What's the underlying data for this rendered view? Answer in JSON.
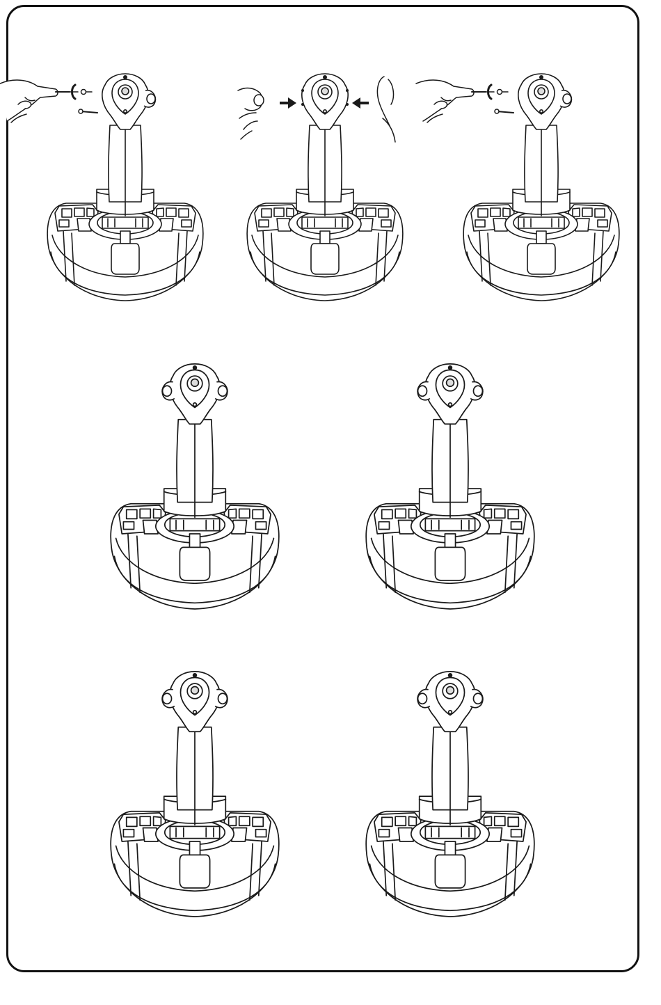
{
  "page": {
    "ink_color": "#1a1a1a",
    "paper_color": "#ffffff"
  },
  "illustrations": [
    {
      "id": "fig-1",
      "step": "remove-screw",
      "side_buttons": "left",
      "hands": [
        "screwdriver-left"
      ],
      "arrows": []
    },
    {
      "id": "fig-2",
      "step": "swap-side-plates",
      "side_buttons": "none",
      "hands": [
        "left",
        "right"
      ],
      "arrows": [
        "right-arrow",
        "left-arrow"
      ]
    },
    {
      "id": "fig-3",
      "step": "reinstall-screw",
      "side_buttons": "right",
      "hands": [
        "screwdriver-left"
      ],
      "arrows": []
    },
    {
      "id": "fig-4",
      "step": "config-a",
      "side_buttons": "both-outward",
      "hands": [],
      "arrows": []
    },
    {
      "id": "fig-5",
      "step": "config-b",
      "side_buttons": "left-outward",
      "hands": [],
      "arrows": []
    },
    {
      "id": "fig-6",
      "step": "config-c",
      "side_buttons": "both-inward",
      "hands": [],
      "arrows": []
    },
    {
      "id": "fig-7",
      "step": "config-d",
      "side_buttons": "left-only",
      "hands": [],
      "arrows": []
    }
  ]
}
